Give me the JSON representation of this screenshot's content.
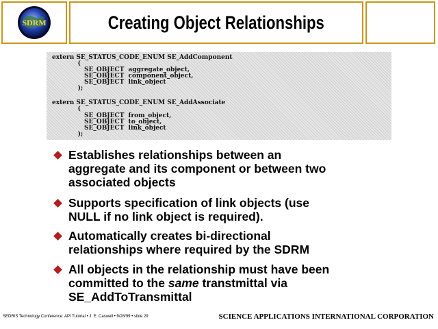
{
  "header": {
    "title": "Creating Object Relationships",
    "logo_text": "SDRM"
  },
  "code": {
    "lines": [
      "extern SE_STATUS_CODE_ENUM SE_AddComponent",
      "            (",
      "               SE_OBJECT  aggregate_object,",
      "               SE_OBJECT  component_object,",
      "               SE_OBJECT  link_object",
      "            );",
      "",
      "extern SE_STATUS_CODE_ENUM SE_AddAssociate",
      "            (",
      "               SE_OBJECT  from_object,",
      "               SE_OBJECT  to_object,",
      "               SE_OBJECT  link_object",
      "            );"
    ]
  },
  "bullets": [
    {
      "lines": [
        "Establishes relationships between an",
        "aggregate and its component or between two",
        "associated objects"
      ]
    },
    {
      "lines": [
        "Supports specification of link objects (use",
        "NULL if no link object is required)."
      ]
    },
    {
      "lines": [
        "Automatically creates bi-directional",
        "relationships where required by the SDRM"
      ]
    },
    {
      "lines_pre": "All objects in the relationship must have been",
      "line2_pre": "committed to the ",
      "line2_italic": "same",
      "line2_post": " transtmittal via",
      "line3": "SE_AddToTransmittal"
    }
  ],
  "footer": {
    "left": "SEDRIS Technology Conference: API Tutorial • J. E. Caswell • 9/28/99 • slide 29",
    "right": "SCIENCE APPLICATIONS INTERNATIONAL CORPORATION"
  },
  "colors": {
    "border": "#c8961e",
    "bullet": "#b41e1e",
    "code_bg": "#e6e6e6"
  }
}
